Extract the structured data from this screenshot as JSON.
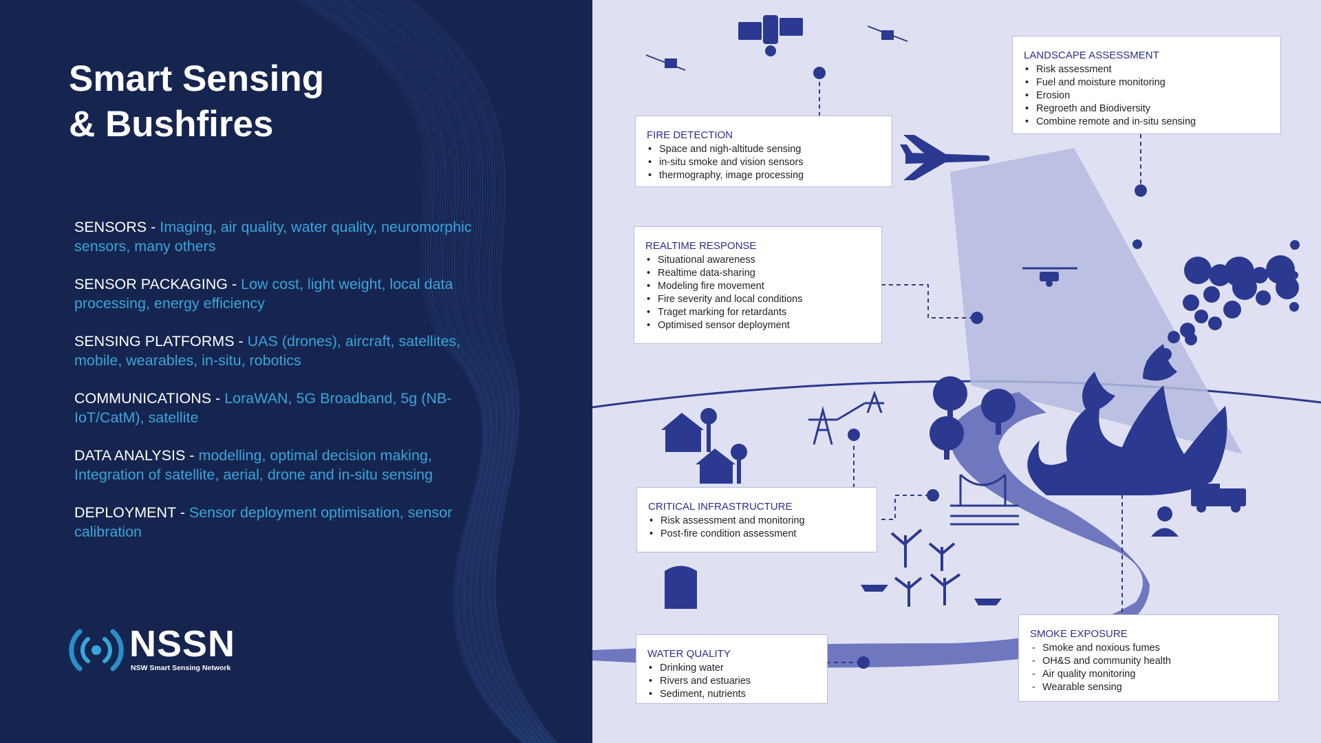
{
  "title": {
    "line1": "Smart Sensing",
    "line2": "& Bushfires"
  },
  "topics": [
    {
      "label": "SENSORS",
      "desc": "Imaging, air quality, water quality, neuromorphic sensors, many others"
    },
    {
      "label": "SENSOR PACKAGING",
      "desc": "Low cost, light weight, local data processing, energy efficiency"
    },
    {
      "label": "SENSING PLATFORMS",
      "desc": "UAS (drones), aircraft, satellites, mobile, wearables, in-situ, robotics"
    },
    {
      "label": "COMMUNICATIONS",
      "desc": "LoraWAN, 5G Broadband, 5g (NB-IoT/CatM), satellite"
    },
    {
      "label": "DATA ANALYSIS",
      "desc": "modelling, optimal decision making, Integration of satellite, aerial, drone and in-situ sensing"
    },
    {
      "label": "DEPLOYMENT",
      "desc": "Sensor deployment optimisation, sensor calibration"
    }
  ],
  "logo": {
    "name": "NSSN",
    "subtitle": "NSW Smart Sensing Network"
  },
  "cards": {
    "fire_detection": {
      "title": "FIRE DETECTION",
      "items": [
        "Space and nigh-altitude sensing",
        "in-situ smoke and vision sensors",
        "thermography, image processing"
      ]
    },
    "landscape": {
      "title": "LANDSCAPE ASSESSMENT",
      "items": [
        "Risk assessment",
        "Fuel and moisture monitoring",
        "Erosion",
        "Regroeth and Biodiversity",
        "Combine remote and in-situ sensing"
      ]
    },
    "realtime": {
      "title": "REALTIME RESPONSE",
      "items": [
        "Situational awareness",
        "Realtime data-sharing",
        "Modeling fire movement",
        "Fire severity and local conditions",
        "Traget marking for retardants",
        "Optimised sensor deployment"
      ]
    },
    "infrastructure": {
      "title": "CRITICAL INFRASTRUCTURE",
      "items": [
        "Risk assessment and monitoring",
        "Post-fire condition assessment"
      ]
    },
    "water": {
      "title": "WATER QUALITY",
      "items": [
        "Drinking water",
        "Rivers and estuaries",
        "Sediment, nutrients"
      ]
    },
    "smoke": {
      "title": "SMOKE EXPOSURE",
      "items": [
        "Smoke and noxious fumes",
        "OH&S and community health",
        "Air quality monitoring",
        "Wearable sensing"
      ]
    }
  },
  "colors": {
    "navy": "#16254f",
    "accent_blue": "#38a6dc",
    "illustration": "#2b3990",
    "background": "#dfe1f2",
    "river": "#6f77bf"
  }
}
